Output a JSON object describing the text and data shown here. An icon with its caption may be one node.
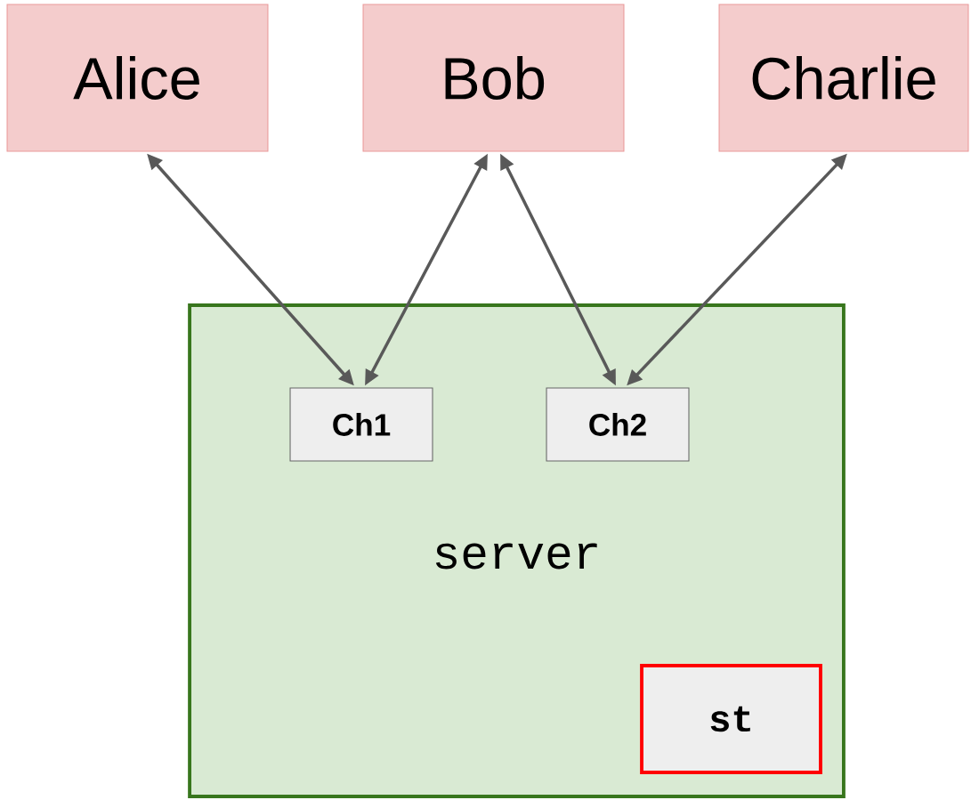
{
  "diagram": {
    "nodes": [
      {
        "text": [
          "Alice"
        ]
      },
      {
        "text": [
          "Bob"
        ]
      },
      {
        "text": [
          "Charlie"
        ]
      },
      {
        "text": [
          "server"
        ]
      },
      {
        "text": [
          "Ch1"
        ],
        "in": 3
      },
      {
        "text": [
          "Ch2"
        ],
        "in": 3
      },
      {
        "text": [
          "st"
        ],
        "in": 3
      }
    ],
    "edges": [
      {
        "from": 0,
        "to": 4,
        "arrow": "both"
      },
      {
        "from": 1,
        "to": 4,
        "arrow": "both"
      },
      {
        "from": 1,
        "to": 5,
        "arrow": "both"
      },
      {
        "from": 2,
        "to": 5,
        "arrow": "both"
      }
    ]
  }
}
